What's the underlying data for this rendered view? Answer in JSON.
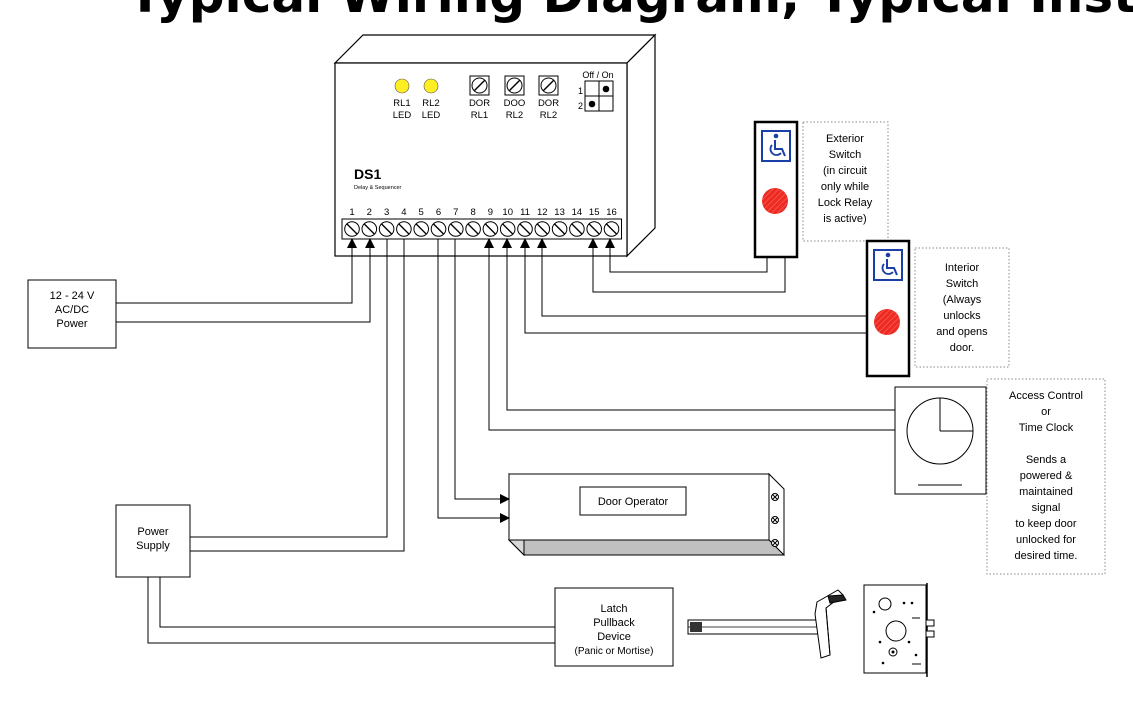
{
  "header": {
    "title": "Typical Wiring Diagram, Typical Installation Example"
  },
  "ds1": {
    "name": "DS1",
    "subtitle": "Delay & Sequencer",
    "leds": [
      {
        "line1": "RL1",
        "line2": "LED",
        "color": "#ffee22"
      },
      {
        "line1": "RL2",
        "line2": "LED",
        "color": "#ffee22"
      }
    ],
    "pots": [
      {
        "line1": "DOR",
        "line2": "RL1"
      },
      {
        "line1": "DOO",
        "line2": "RL2"
      },
      {
        "line1": "DOR",
        "line2": "RL2"
      }
    ],
    "dip": {
      "label": "Off / On",
      "row1": "1",
      "row2": "2"
    },
    "terminals": [
      "1",
      "2",
      "3",
      "4",
      "5",
      "6",
      "7",
      "8",
      "9",
      "10",
      "11",
      "12",
      "13",
      "14",
      "15",
      "16"
    ]
  },
  "power_source": {
    "lines": [
      "12 - 24 V",
      "AC/DC",
      "Power"
    ]
  },
  "power_supply": {
    "lines": [
      "Power",
      "Supply"
    ]
  },
  "exterior_switch": {
    "caption": [
      "Exterior",
      "Switch",
      "(in circuit",
      "only while",
      "Lock Relay",
      "is active)"
    ],
    "icon": "wheelchair-icon",
    "button_color": "#ee2b22"
  },
  "interior_switch": {
    "caption": [
      "Interior",
      "Switch",
      "(Always",
      "unlocks",
      "and opens",
      "door."
    ],
    "icon": "wheelchair-icon",
    "button_color": "#ee2b22"
  },
  "access_control": {
    "caption": [
      "Access Control",
      "or",
      "Time Clock",
      "",
      "Sends a",
      "powered &",
      "maintained",
      "signal",
      "to keep door",
      "unlocked for",
      "desired time."
    ]
  },
  "door_operator": {
    "label": "Door Operator"
  },
  "latch": {
    "lines": [
      "Latch",
      "Pullback",
      "Device",
      "(Panic or Mortise)"
    ]
  },
  "colors": {
    "accessible_blue": "#1a3fa6",
    "line": "#000000",
    "dotted_border": "#888888"
  }
}
